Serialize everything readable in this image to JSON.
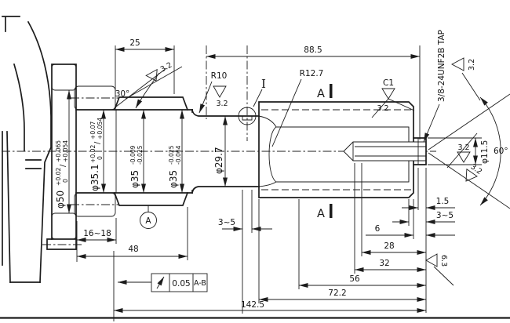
{
  "drawing_type": "shaft engineering drawing",
  "dims": {
    "len25": "25",
    "len88_5": "88.5",
    "len16_18": "16~18",
    "len48": "48",
    "len142_5": "142.5",
    "len72_2": "72.2",
    "len56": "56",
    "len32": "32",
    "len28": "28",
    "len6": "6",
    "len1_5": "1.5",
    "gap_left": "3~5",
    "gap_right": "3~5"
  },
  "angles": {
    "chamfer30": "30°",
    "center60": "60°"
  },
  "radii": {
    "r10": "R10",
    "r12_7": "R12.7"
  },
  "chamfer": {
    "c1": "C1"
  },
  "thread": {
    "label": "3/8-24UNF2B TAP"
  },
  "diameters": {
    "d50": {
      "name": "φ50",
      "t1u": "+0.02",
      "t1d": "0",
      "sep": "/",
      "t2u": "+0.065",
      "t2d": "+0.054"
    },
    "d35_1": {
      "name": "φ35.1",
      "t1u": "+0.02",
      "t1d": "0",
      "sep": "/",
      "t2u": "+0.07",
      "t2d": "+0.054"
    },
    "d35a": {
      "name": "φ35",
      "t1u": "-0.009",
      "t1d": "-0.025"
    },
    "d35b": {
      "name": "φ35",
      "t1u": "-0.025",
      "t1d": "-0.064"
    },
    "d29_7": {
      "name": "φ29.7"
    },
    "d11_5": {
      "name": "φ11.5"
    }
  },
  "surface": {
    "f32": "3.2",
    "f63": "6.3"
  },
  "marks": {
    "detail": "I",
    "section": "A",
    "section_bar": "",
    "datum": "A"
  },
  "gdt": {
    "value": "0.05",
    "datums": "A-B"
  },
  "colors": {
    "line": "#1c1c1c",
    "bg": "#ffffff"
  }
}
